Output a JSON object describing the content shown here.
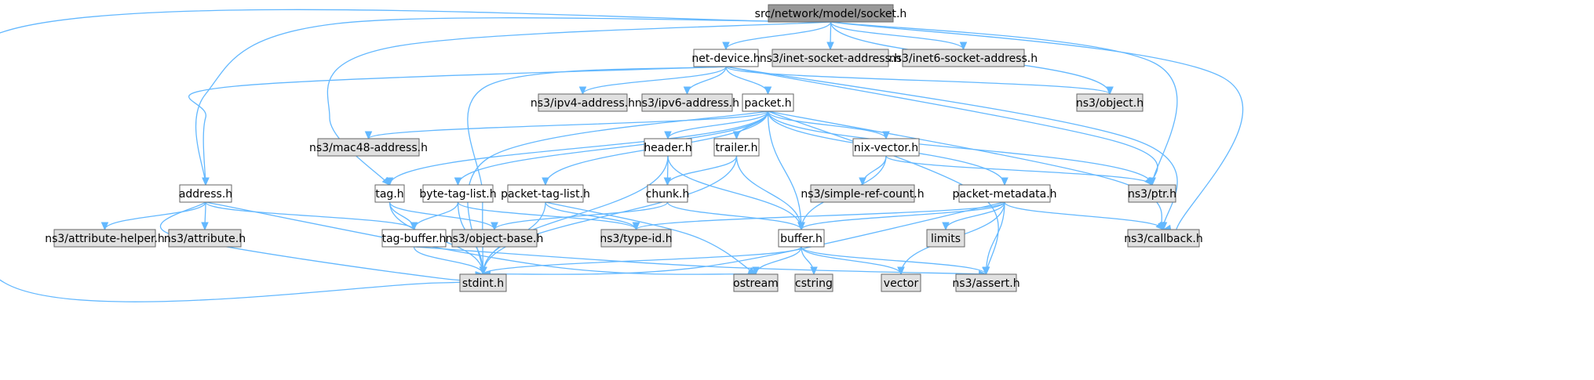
{
  "graph": {
    "colors": {
      "root_fill": "#999999",
      "local_fill": "#ffffff",
      "external_fill": "#e0e0e0",
      "border": "#666666",
      "edge": "#63b8ff"
    },
    "nodes": [
      {
        "id": "socket",
        "label": "src/network/model/socket.h",
        "kind": "root"
      },
      {
        "id": "net-device",
        "label": "net-device.h",
        "kind": "local"
      },
      {
        "id": "inet-socket",
        "label": "ns3/inet-socket-address.h",
        "kind": "external"
      },
      {
        "id": "inet6-socket",
        "label": "ns3/inet6-socket-address.h",
        "kind": "external"
      },
      {
        "id": "ipv4",
        "label": "ns3/ipv4-address.h",
        "kind": "external"
      },
      {
        "id": "ipv6",
        "label": "ns3/ipv6-address.h",
        "kind": "external"
      },
      {
        "id": "packet",
        "label": "packet.h",
        "kind": "local"
      },
      {
        "id": "object",
        "label": "ns3/object.h",
        "kind": "external"
      },
      {
        "id": "mac48",
        "label": "ns3/mac48-address.h",
        "kind": "external"
      },
      {
        "id": "header",
        "label": "header.h",
        "kind": "local"
      },
      {
        "id": "trailer",
        "label": "trailer.h",
        "kind": "local"
      },
      {
        "id": "nix-vector",
        "label": "nix-vector.h",
        "kind": "local"
      },
      {
        "id": "address",
        "label": "address.h",
        "kind": "local"
      },
      {
        "id": "tag",
        "label": "tag.h",
        "kind": "local"
      },
      {
        "id": "byte-tag-list",
        "label": "byte-tag-list.h",
        "kind": "local"
      },
      {
        "id": "packet-tag-list",
        "label": "packet-tag-list.h",
        "kind": "local"
      },
      {
        "id": "chunk",
        "label": "chunk.h",
        "kind": "local"
      },
      {
        "id": "simple-ref",
        "label": "ns3/simple-ref-count.h",
        "kind": "external"
      },
      {
        "id": "packet-metadata",
        "label": "packet-metadata.h",
        "kind": "local"
      },
      {
        "id": "ptr",
        "label": "ns3/ptr.h",
        "kind": "external"
      },
      {
        "id": "attribute-helper",
        "label": "ns3/attribute-helper.h",
        "kind": "external"
      },
      {
        "id": "attribute",
        "label": "ns3/attribute.h",
        "kind": "external"
      },
      {
        "id": "tag-buffer",
        "label": "tag-buffer.h",
        "kind": "local"
      },
      {
        "id": "object-base",
        "label": "ns3/object-base.h",
        "kind": "external"
      },
      {
        "id": "type-id",
        "label": "ns3/type-id.h",
        "kind": "external"
      },
      {
        "id": "buffer",
        "label": "buffer.h",
        "kind": "local"
      },
      {
        "id": "limits",
        "label": "limits",
        "kind": "external"
      },
      {
        "id": "callback",
        "label": "ns3/callback.h",
        "kind": "external"
      },
      {
        "id": "stdint",
        "label": "stdint.h",
        "kind": "external"
      },
      {
        "id": "ostream",
        "label": "ostream",
        "kind": "external"
      },
      {
        "id": "cstring",
        "label": "cstring",
        "kind": "external"
      },
      {
        "id": "vector",
        "label": "vector",
        "kind": "external"
      },
      {
        "id": "assert",
        "label": "ns3/assert.h",
        "kind": "external"
      }
    ],
    "edges": [
      {
        "from": "socket",
        "to": "net-device"
      },
      {
        "from": "socket",
        "to": "inet-socket"
      },
      {
        "from": "socket",
        "to": "inet6-socket"
      },
      {
        "from": "socket",
        "to": "object"
      },
      {
        "from": "socket",
        "to": "ptr"
      },
      {
        "from": "socket",
        "to": "callback"
      },
      {
        "from": "socket",
        "to": "address"
      },
      {
        "from": "socket",
        "to": "tag"
      },
      {
        "from": "socket",
        "to": "stdint"
      },
      {
        "from": "net-device",
        "to": "ipv4"
      },
      {
        "from": "net-device",
        "to": "ipv6"
      },
      {
        "from": "net-device",
        "to": "packet"
      },
      {
        "from": "net-device",
        "to": "object"
      },
      {
        "from": "net-device",
        "to": "ptr"
      },
      {
        "from": "net-device",
        "to": "callback"
      },
      {
        "from": "net-device",
        "to": "address"
      },
      {
        "from": "net-device",
        "to": "stdint"
      },
      {
        "from": "packet",
        "to": "mac48"
      },
      {
        "from": "packet",
        "to": "header"
      },
      {
        "from": "packet",
        "to": "trailer"
      },
      {
        "from": "packet",
        "to": "nix-vector"
      },
      {
        "from": "packet",
        "to": "tag"
      },
      {
        "from": "packet",
        "to": "byte-tag-list"
      },
      {
        "from": "packet",
        "to": "packet-tag-list"
      },
      {
        "from": "packet",
        "to": "packet-metadata"
      },
      {
        "from": "packet",
        "to": "buffer"
      },
      {
        "from": "packet",
        "to": "ptr"
      },
      {
        "from": "packet",
        "to": "callback"
      },
      {
        "from": "packet",
        "to": "assert"
      },
      {
        "from": "packet",
        "to": "stdint"
      },
      {
        "from": "header",
        "to": "chunk"
      },
      {
        "from": "header",
        "to": "buffer"
      },
      {
        "from": "header",
        "to": "stdint"
      },
      {
        "from": "trailer",
        "to": "chunk"
      },
      {
        "from": "trailer",
        "to": "buffer"
      },
      {
        "from": "trailer",
        "to": "stdint"
      },
      {
        "from": "nix-vector",
        "to": "simple-ref"
      },
      {
        "from": "nix-vector",
        "to": "ptr"
      },
      {
        "from": "nix-vector",
        "to": "buffer"
      },
      {
        "from": "chunk",
        "to": "object-base"
      },
      {
        "from": "chunk",
        "to": "buffer"
      },
      {
        "from": "address",
        "to": "attribute-helper"
      },
      {
        "from": "address",
        "to": "attribute"
      },
      {
        "from": "address",
        "to": "tag-buffer"
      },
      {
        "from": "address",
        "to": "stdint"
      },
      {
        "from": "address",
        "to": "ostream"
      },
      {
        "from": "tag",
        "to": "tag-buffer"
      },
      {
        "from": "tag",
        "to": "object-base"
      },
      {
        "from": "tag",
        "to": "stdint"
      },
      {
        "from": "byte-tag-list",
        "to": "tag-buffer"
      },
      {
        "from": "byte-tag-list",
        "to": "type-id"
      },
      {
        "from": "byte-tag-list",
        "to": "stdint"
      },
      {
        "from": "packet-tag-list",
        "to": "type-id"
      },
      {
        "from": "packet-tag-list",
        "to": "stdint"
      },
      {
        "from": "packet-tag-list",
        "to": "ostream"
      },
      {
        "from": "tag-buffer",
        "to": "stdint"
      },
      {
        "from": "tag-buffer",
        "to": "assert"
      },
      {
        "from": "packet-metadata",
        "to": "type-id"
      },
      {
        "from": "packet-metadata",
        "to": "buffer"
      },
      {
        "from": "packet-metadata",
        "to": "limits"
      },
      {
        "from": "packet-metadata",
        "to": "callback"
      },
      {
        "from": "packet-metadata",
        "to": "vector"
      },
      {
        "from": "packet-metadata",
        "to": "assert"
      },
      {
        "from": "packet-metadata",
        "to": "stdint"
      },
      {
        "from": "buffer",
        "to": "stdint"
      },
      {
        "from": "buffer",
        "to": "ostream"
      },
      {
        "from": "buffer",
        "to": "cstring"
      },
      {
        "from": "buffer",
        "to": "vector"
      },
      {
        "from": "buffer",
        "to": "assert"
      }
    ]
  }
}
